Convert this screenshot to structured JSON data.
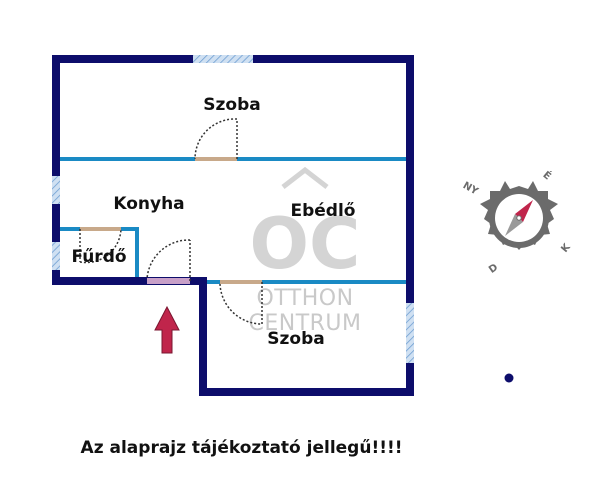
{
  "rooms": {
    "szoba_top": "Szoba",
    "konyha": "Konyha",
    "ebedlo": "Ebédlő",
    "furdo": "Fűrdő",
    "szoba_bottom": "Szoba"
  },
  "watermark": {
    "logo": "OC",
    "line1": "OTTHON",
    "line2": "CENTRUM"
  },
  "compass": {
    "north": "É",
    "south": "D",
    "west": "NY",
    "east": "K"
  },
  "entrance_icon": "up-arrow-icon",
  "disclaimer": "Az alaprajz tájékoztató jellegű!!!!",
  "colors": {
    "outer_wall": "#0d0d6b",
    "inner_wall": "#1a8ac4",
    "window": "#a9c8e8",
    "entrance_arrow": "#c0254b",
    "compass_body": "#6b6b6b",
    "compass_needle_north": "#c0254b",
    "watermark": "#c9c9c9"
  }
}
